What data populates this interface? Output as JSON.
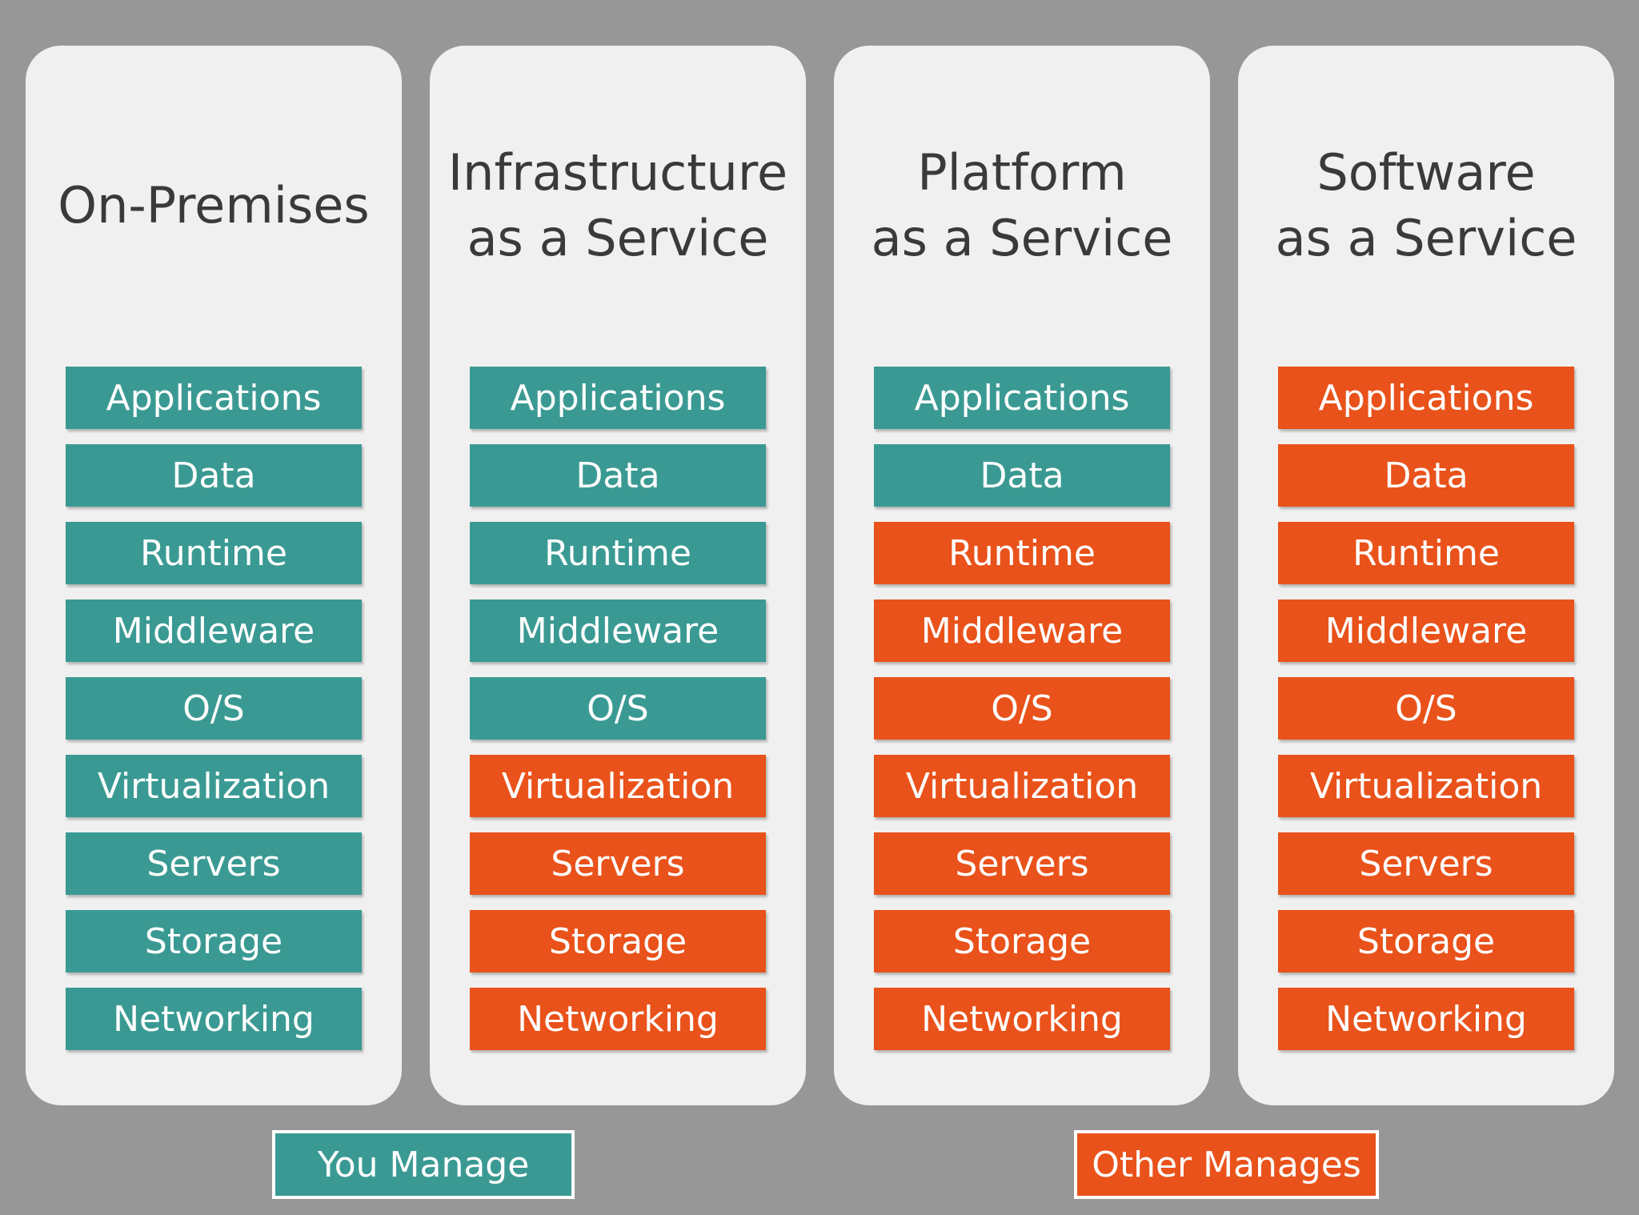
{
  "colors": {
    "background": "#979797",
    "panel": "#f0f0f0",
    "you_manage": "#3a9a93",
    "other_manages": "#e9521a"
  },
  "columns": [
    {
      "title": "On-Premises",
      "layers": [
        {
          "label": "Applications",
          "managed_by": "you"
        },
        {
          "label": "Data",
          "managed_by": "you"
        },
        {
          "label": "Runtime",
          "managed_by": "you"
        },
        {
          "label": "Middleware",
          "managed_by": "you"
        },
        {
          "label": "O/S",
          "managed_by": "you"
        },
        {
          "label": "Virtualization",
          "managed_by": "you"
        },
        {
          "label": "Servers",
          "managed_by": "you"
        },
        {
          "label": "Storage",
          "managed_by": "you"
        },
        {
          "label": "Networking",
          "managed_by": "you"
        }
      ]
    },
    {
      "title": "Infrastructure\nas a Service",
      "layers": [
        {
          "label": "Applications",
          "managed_by": "you"
        },
        {
          "label": "Data",
          "managed_by": "you"
        },
        {
          "label": "Runtime",
          "managed_by": "you"
        },
        {
          "label": "Middleware",
          "managed_by": "you"
        },
        {
          "label": "O/S",
          "managed_by": "you"
        },
        {
          "label": "Virtualization",
          "managed_by": "other"
        },
        {
          "label": "Servers",
          "managed_by": "other"
        },
        {
          "label": "Storage",
          "managed_by": "other"
        },
        {
          "label": "Networking",
          "managed_by": "other"
        }
      ]
    },
    {
      "title": "Platform\nas a Service",
      "layers": [
        {
          "label": "Applications",
          "managed_by": "you"
        },
        {
          "label": "Data",
          "managed_by": "you"
        },
        {
          "label": "Runtime",
          "managed_by": "other"
        },
        {
          "label": "Middleware",
          "managed_by": "other"
        },
        {
          "label": "O/S",
          "managed_by": "other"
        },
        {
          "label": "Virtualization",
          "managed_by": "other"
        },
        {
          "label": "Servers",
          "managed_by": "other"
        },
        {
          "label": "Storage",
          "managed_by": "other"
        },
        {
          "label": "Networking",
          "managed_by": "other"
        }
      ]
    },
    {
      "title": "Software\nas a Service",
      "layers": [
        {
          "label": "Applications",
          "managed_by": "other"
        },
        {
          "label": "Data",
          "managed_by": "other"
        },
        {
          "label": "Runtime",
          "managed_by": "other"
        },
        {
          "label": "Middleware",
          "managed_by": "other"
        },
        {
          "label": "O/S",
          "managed_by": "other"
        },
        {
          "label": "Virtualization",
          "managed_by": "other"
        },
        {
          "label": "Servers",
          "managed_by": "other"
        },
        {
          "label": "Storage",
          "managed_by": "other"
        },
        {
          "label": "Networking",
          "managed_by": "other"
        }
      ]
    }
  ],
  "legend": {
    "you_manage": "You Manage",
    "other_manages": "Other Manages"
  }
}
